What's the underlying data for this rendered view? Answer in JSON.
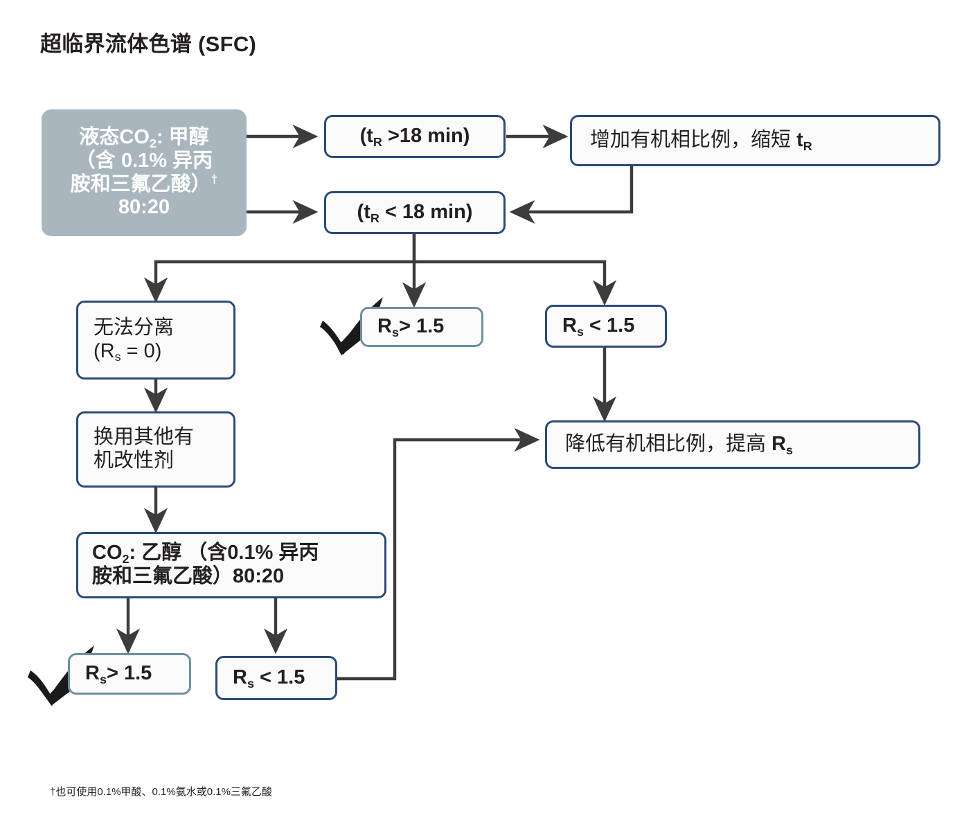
{
  "title": "超临界流体色谱 (SFC)",
  "footnote": "†也可使用0.1%甲酸、0.1%氨水或0.1%三氟乙酸",
  "colors": {
    "node_border": "#2b4a75",
    "node_border_light": "#6e8e9e",
    "start_fill": "#a9b6be",
    "connector": "#3c3c3c",
    "text": "#231f20"
  },
  "nodes": {
    "start": {
      "line1": "液态CO",
      "line1_sub": "2",
      "line1_rest": ": 甲醇",
      "line2": "（含 0.1% 异丙",
      "line3": "胺和三氟乙酸）",
      "line3_dagger": "†",
      "line4": "80:20"
    },
    "tr_gt": {
      "pre": "(t",
      "sub": "R",
      "post": " >18 min)"
    },
    "tr_lt": {
      "pre": "(t",
      "sub": "R",
      "post": " < 18 min)"
    },
    "increase_organic": {
      "pre": "增加有机相比例，缩短 ",
      "sym": "t",
      "sub": "R"
    },
    "no_separation": {
      "line1": "无法分离",
      "line2_pre": "(R",
      "line2_sub": "s",
      "line2_post": " = 0)"
    },
    "rs_gt_top": {
      "pre": "R",
      "sub": "s",
      "post": "> 1.5"
    },
    "rs_lt_top": {
      "pre": "R",
      "sub": "s",
      "post": " < 1.5"
    },
    "change_modifier": {
      "line1": "换用其他有",
      "line2": "机改性剂"
    },
    "co2_ethanol": {
      "line1_pre": "CO",
      "line1_sub": "2",
      "line1_post": ": 乙醇 （含0.1% 异丙",
      "line2": "胺和三氟乙酸）80:20"
    },
    "rs_gt_bottom": {
      "pre": "R",
      "sub": "s",
      "post": "> 1.5"
    },
    "rs_lt_bottom": {
      "pre": "R",
      "sub": "s",
      "post": " < 1.5"
    },
    "decrease_organic": {
      "pre": "降低有机相比例，提高 ",
      "sym": "R",
      "sub": "s"
    }
  },
  "icons": {
    "check_top": "check-mark-icon",
    "check_bottom": "check-mark-icon"
  }
}
